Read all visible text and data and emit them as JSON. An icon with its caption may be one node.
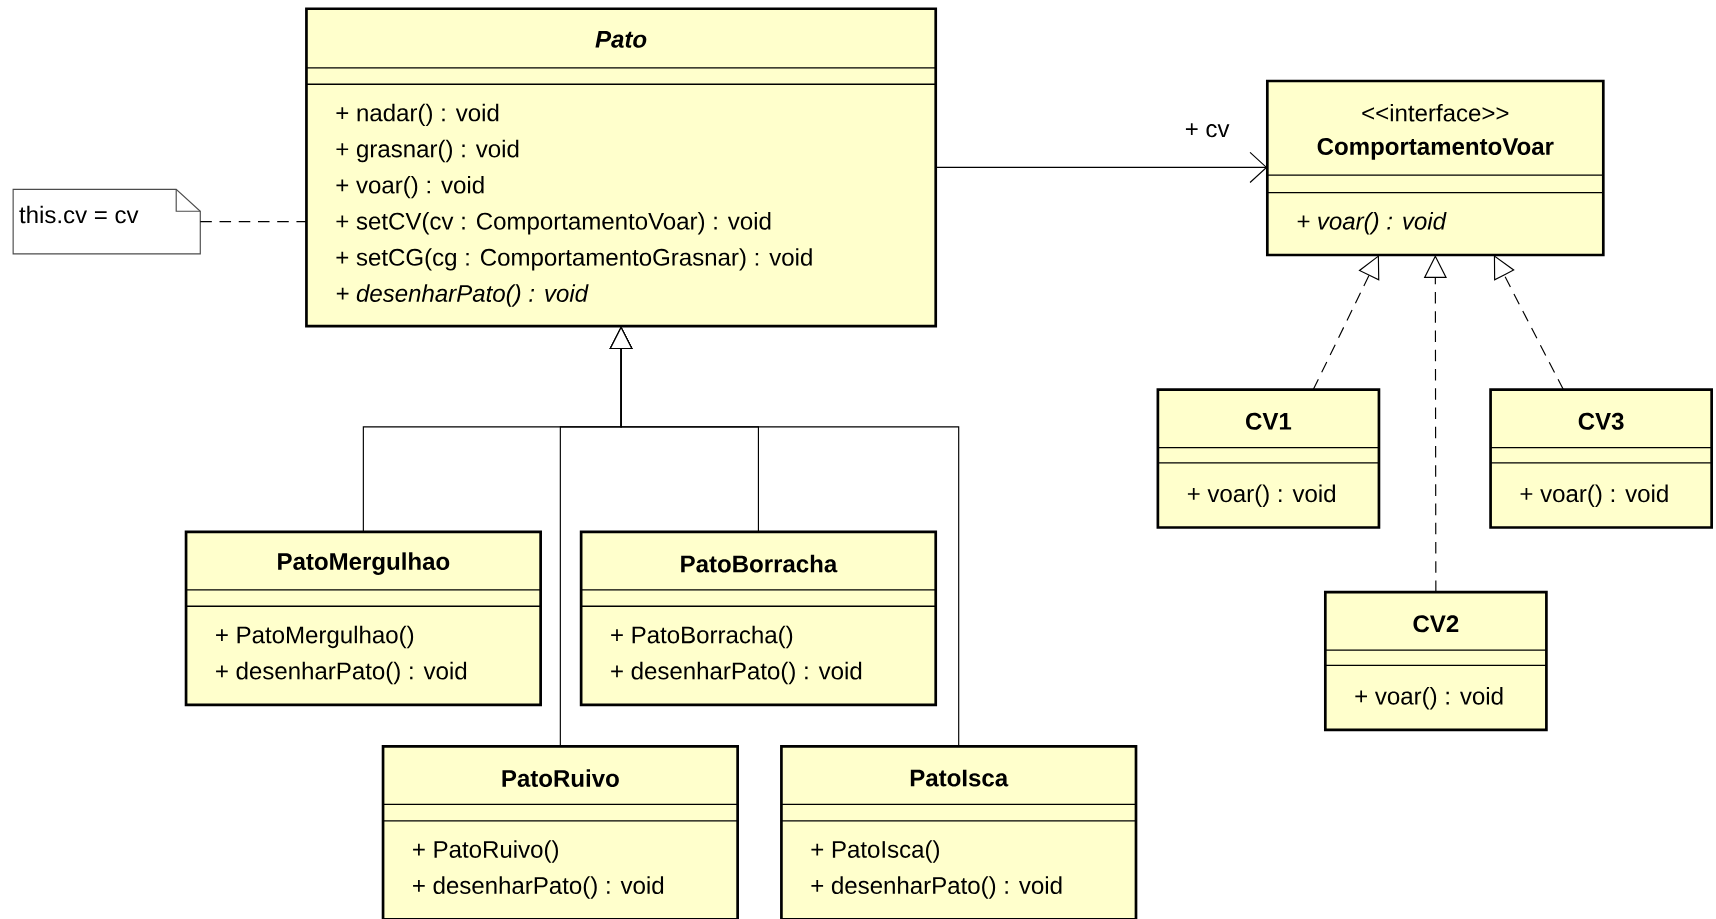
{
  "diagram": {
    "nodes": [
      {
        "text": [
          "Pato",
          "+ nadar() : void",
          "+ grasnar() : void",
          "+ voar() : void",
          "+ setCV(cv : ComportamentoVoar) : void",
          "+ setCG(cg : ComportamentoGrasnar) : void",
          "+ desenharPato() : void"
        ]
      },
      {
        "text": [
          "this.cv = cv"
        ]
      },
      {
        "text": [
          "<<interface>>",
          "ComportamentoVoar",
          "+ voar() : void"
        ]
      },
      {
        "text": [
          "CV1",
          "+ voar() : void"
        ]
      },
      {
        "text": [
          "CV3",
          "+ voar() : void"
        ]
      },
      {
        "text": [
          "CV2",
          "+ voar() : void"
        ]
      },
      {
        "text": [
          "PatoMergulhao",
          "+ PatoMergulhao()",
          "+ desenharPato() : void"
        ]
      },
      {
        "text": [
          "PatoBorracha",
          "+ PatoBorracha()",
          "+ desenharPato() : void"
        ]
      },
      {
        "text": [
          "PatoRuivo",
          "+ PatoRuivo()",
          "+ desenharPato() : void"
        ]
      },
      {
        "text": [
          "PatoIsca",
          "+ PatoIsca()",
          "+ desenharPato() : void"
        ]
      }
    ],
    "edges": [
      {
        "from": 0,
        "to": 2,
        "arrow": "to",
        "label": "+ cv"
      },
      {
        "from": 1,
        "to": 0,
        "arrow": "none",
        "style": "dashed"
      },
      {
        "from": 3,
        "to": 2,
        "arrow": "to",
        "style": "dashed"
      },
      {
        "from": 5,
        "to": 2,
        "arrow": "to",
        "style": "dashed"
      },
      {
        "from": 4,
        "to": 2,
        "arrow": "to",
        "style": "dashed"
      },
      {
        "from": 6,
        "to": 0,
        "arrow": "to"
      },
      {
        "from": 7,
        "to": 0,
        "arrow": "to"
      },
      {
        "from": 8,
        "to": 0,
        "arrow": "to"
      },
      {
        "from": 9,
        "to": 0,
        "arrow": "to"
      }
    ]
  }
}
